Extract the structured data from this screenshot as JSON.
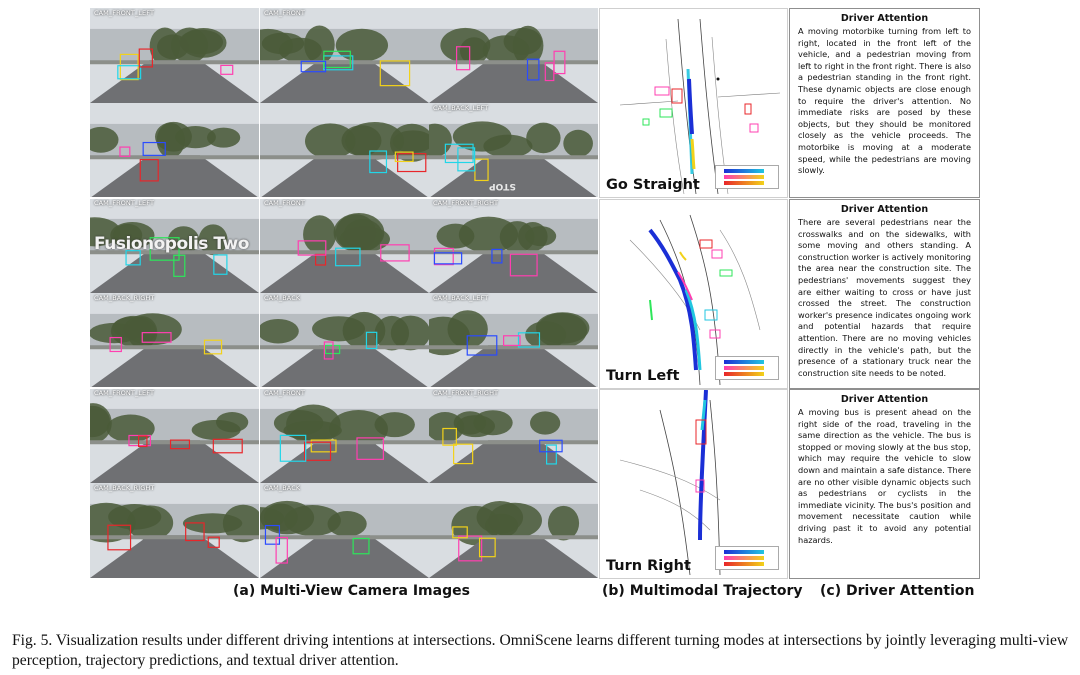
{
  "camera_labels": [
    [
      "CAM_FRONT_LEFT",
      "CAM_FRONT",
      ""
    ],
    [
      "",
      "",
      "CAM_BACK_LEFT"
    ],
    [
      "CAM_FRONT_LEFT",
      "CAM_FRONT",
      "CAM_FRONT_RIGHT"
    ],
    [
      "CAM_BACK_RIGHT",
      "CAM_BACK",
      "CAM_BACK_LEFT"
    ],
    [
      "CAM_FRONT_LEFT",
      "CAM_FRONT",
      "CAM_FRONT_RIGHT"
    ],
    [
      "CAM_BACK_RIGHT",
      "CAM_BACK",
      ""
    ]
  ],
  "scene_signs": {
    "fusionopolis": "Fusionopolis Two",
    "road_marking": "STOP"
  },
  "trajectories": [
    {
      "title": "Go Straight"
    },
    {
      "title": "Turn Left"
    },
    {
      "title": "Turn Right"
    }
  ],
  "attention": [
    {
      "heading": "Driver Attention",
      "text": "A moving motorbike turning from left to right, located in the front left of the vehicle, and a pedestrian moving from left to right in the front right. There is also a pedestrian standing in the front right. These dynamic objects are close enough to require the driver's attention. No immediate risks are posed by these objects, but they should be monitored closely as the vehicle proceeds. The motorbike is moving at a moderate speed, while the pedestrians are moving slowly."
    },
    {
      "heading": "Driver Attention",
      "text": "There are several pedestrians near the crosswalks and on the sidewalks, with some moving and others standing. A construction worker is actively monitoring the area near the construction site. The pedestrians' movements suggest they are either waiting to cross or have just crossed the street. The construction worker's presence indicates ongoing work and potential hazards that require attention. There are no moving vehicles directly in the vehicle's path, but the presence of a stationary truck near the construction site needs to be noted."
    },
    {
      "heading": "Driver Attention",
      "text": "A moving bus is present ahead on the right side of the road, traveling in the same direction as the vehicle. The bus is stopped or moving slowly at the bus stop, which may require the vehicle to slow down and maintain a safe distance. There are no other visible dynamic objects such as pedestrians or cyclists in the immediate vicinity. The bus's position and movement necessitate caution while driving past it to avoid any potential hazards."
    }
  ],
  "column_captions": {
    "a": "(a) Multi-View Camera Images",
    "b": "(b) Multimodal Trajectory",
    "c": "(c) Driver Attention"
  },
  "figure_caption": "Fig. 5.  Visualization results under different driving intentions at intersections. OmniScene learns different turning modes at intersections by jointly leveraging multi-view perception, trajectory predictions, and textual driver attention.",
  "colors": {
    "sky": "#d9dde1",
    "road": "#6f7073",
    "vegetation": "#4a5a38",
    "building": "#9aa0a6",
    "box_magenta": "#ff3fb0",
    "box_green": "#2ee65a",
    "box_cyan": "#22d6e8",
    "box_yellow": "#f2d21a",
    "box_red": "#e8262a",
    "box_blue": "#2a4bff",
    "traj_blue": "#1b2fd6",
    "traj_cyan": "#22c6e0",
    "traj_red": "#e8262a"
  }
}
